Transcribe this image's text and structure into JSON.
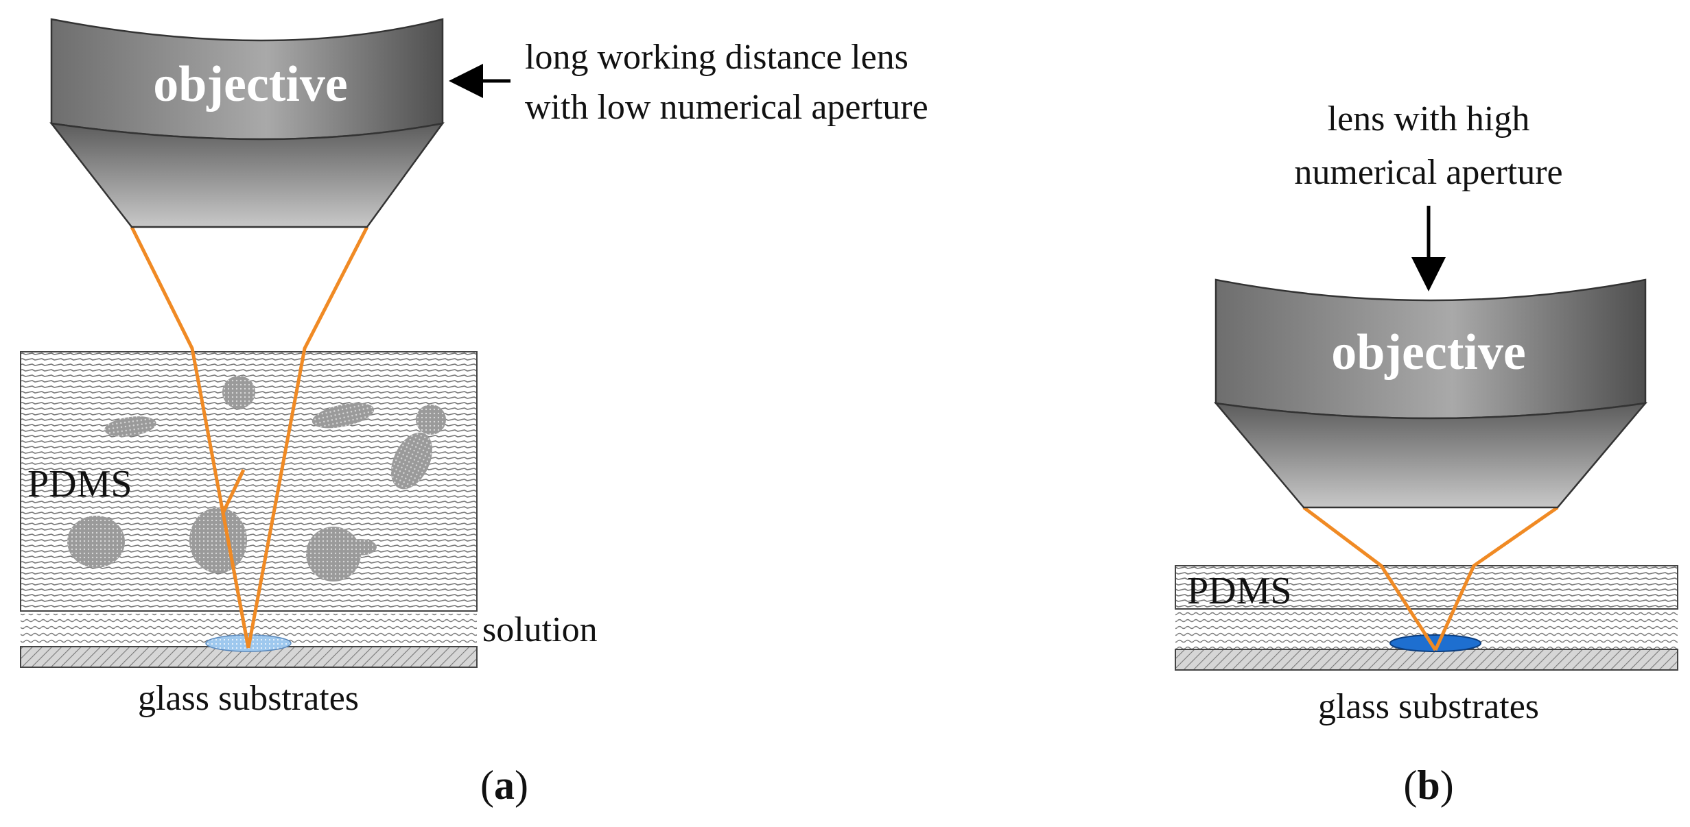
{
  "panel_a": {
    "objective_label": "objective",
    "annotation_line1": "long working distance lens",
    "annotation_line2": "with low numerical aperture",
    "pdms_label": "PDMS",
    "solution_label": "solution",
    "glass_label": "glass substrates",
    "caption_open": "(",
    "caption_letter": "a",
    "caption_close": ")"
  },
  "panel_b": {
    "objective_label": "objective",
    "annotation_line1": "lens with high",
    "annotation_line2": "numerical aperture",
    "pdms_label": "PDMS",
    "glass_label": "glass substrates",
    "caption_open": "(",
    "caption_letter": "b",
    "caption_close": ")"
  },
  "colors": {
    "beam": "#f08a24",
    "objective_dark": "#5a5a5a",
    "objective_light": "#a6a6a6",
    "droplet_a": "#9ec8ee",
    "droplet_b": "#1e6fd0",
    "hatch": "#6f6f6f"
  }
}
